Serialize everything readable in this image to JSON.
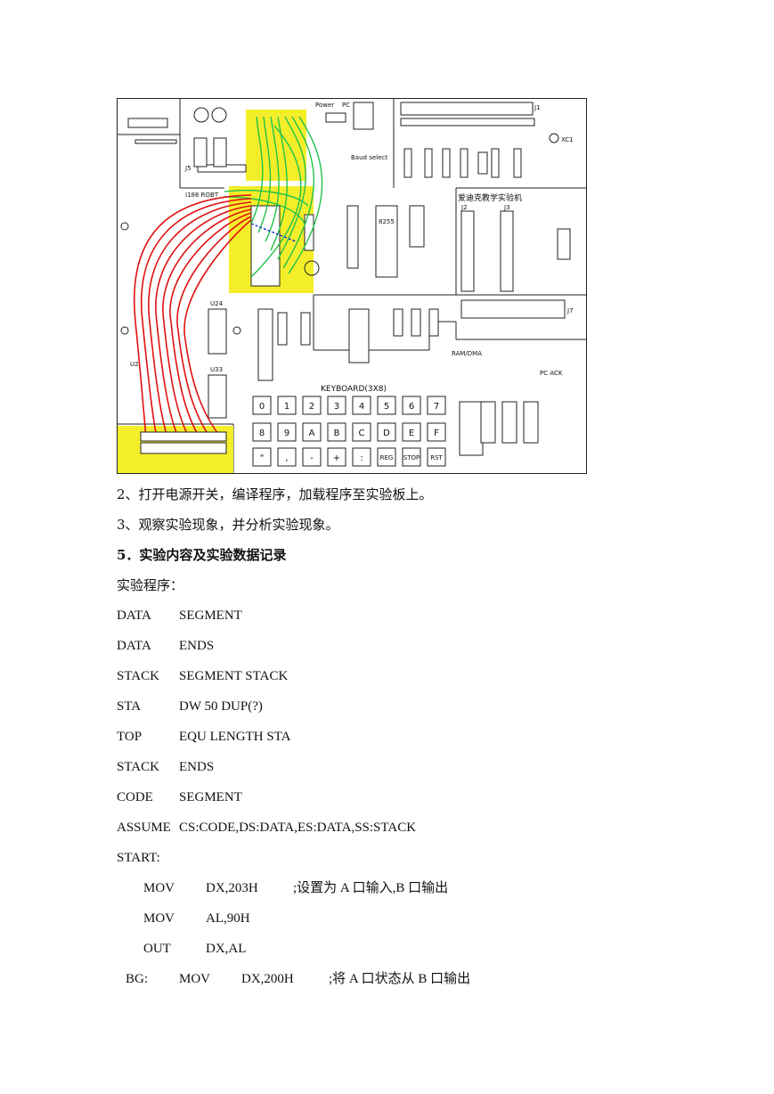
{
  "figure": {
    "board_title": "爱迪克教学实验机",
    "keyboard_label": "KEYBOARD(3X8)",
    "labels": {
      "power": "Power",
      "pc": "PC",
      "j1": "J1",
      "j2": "J2",
      "j3": "J3",
      "j5": "J5",
      "j7": "J7",
      "xc1": "XC1",
      "u24": "U24",
      "u33": "U33",
      "u2": "U2",
      "chip_label": "8255",
      "ram_dma": "RAM/DMA",
      "pc_ack": "PC ACK",
      "baud": "Baud select",
      "i186": "I186 ROBT"
    },
    "keys": [
      "0",
      "1",
      "2",
      "3",
      "4",
      "5",
      "6",
      "7",
      "8",
      "9",
      "A",
      "B",
      "C",
      "D",
      "E",
      "F",
      "\"",
      ",",
      "-",
      "+",
      ":",
      "REG",
      "STOP",
      "RST"
    ]
  },
  "text": {
    "step2": "2、打开电源开关，编译程序，加载程序至实验板上。",
    "step3": "3、观察实验现象，并分析实验现象。",
    "section5": "5．实验内容及实验数据记录",
    "program_label": "实验程序："
  },
  "code": [
    {
      "a": "DATA",
      "b": "SEGMENT"
    },
    {
      "a": "DATA",
      "b": "ENDS"
    },
    {
      "a": "STACK",
      "b": "SEGMENT STACK"
    },
    {
      "a": "STA",
      "b": "DW 50 DUP(?)"
    },
    {
      "a": "TOP",
      "b": "EQU LENGTH STA"
    },
    {
      "a": "STACK",
      "b": "ENDS"
    },
    {
      "a": "CODE",
      "b": "SEGMENT"
    },
    {
      "a": "ASSUME",
      "b": "CS:CODE,DS:DATA,ES:DATA,SS:STACK"
    },
    {
      "a": "START:"
    },
    {
      "op": "MOV",
      "arg": "DX,203H",
      "comment": ";设置为 A 口输入,B 口输出"
    },
    {
      "op": "MOV",
      "arg": "AL,90H"
    },
    {
      "op": "OUT",
      "arg": "DX,AL"
    },
    {
      "label": "BG:",
      "op": "MOV",
      "arg": "DX,200H",
      "comment": ";将 A 口状态从 B 口输出"
    }
  ]
}
